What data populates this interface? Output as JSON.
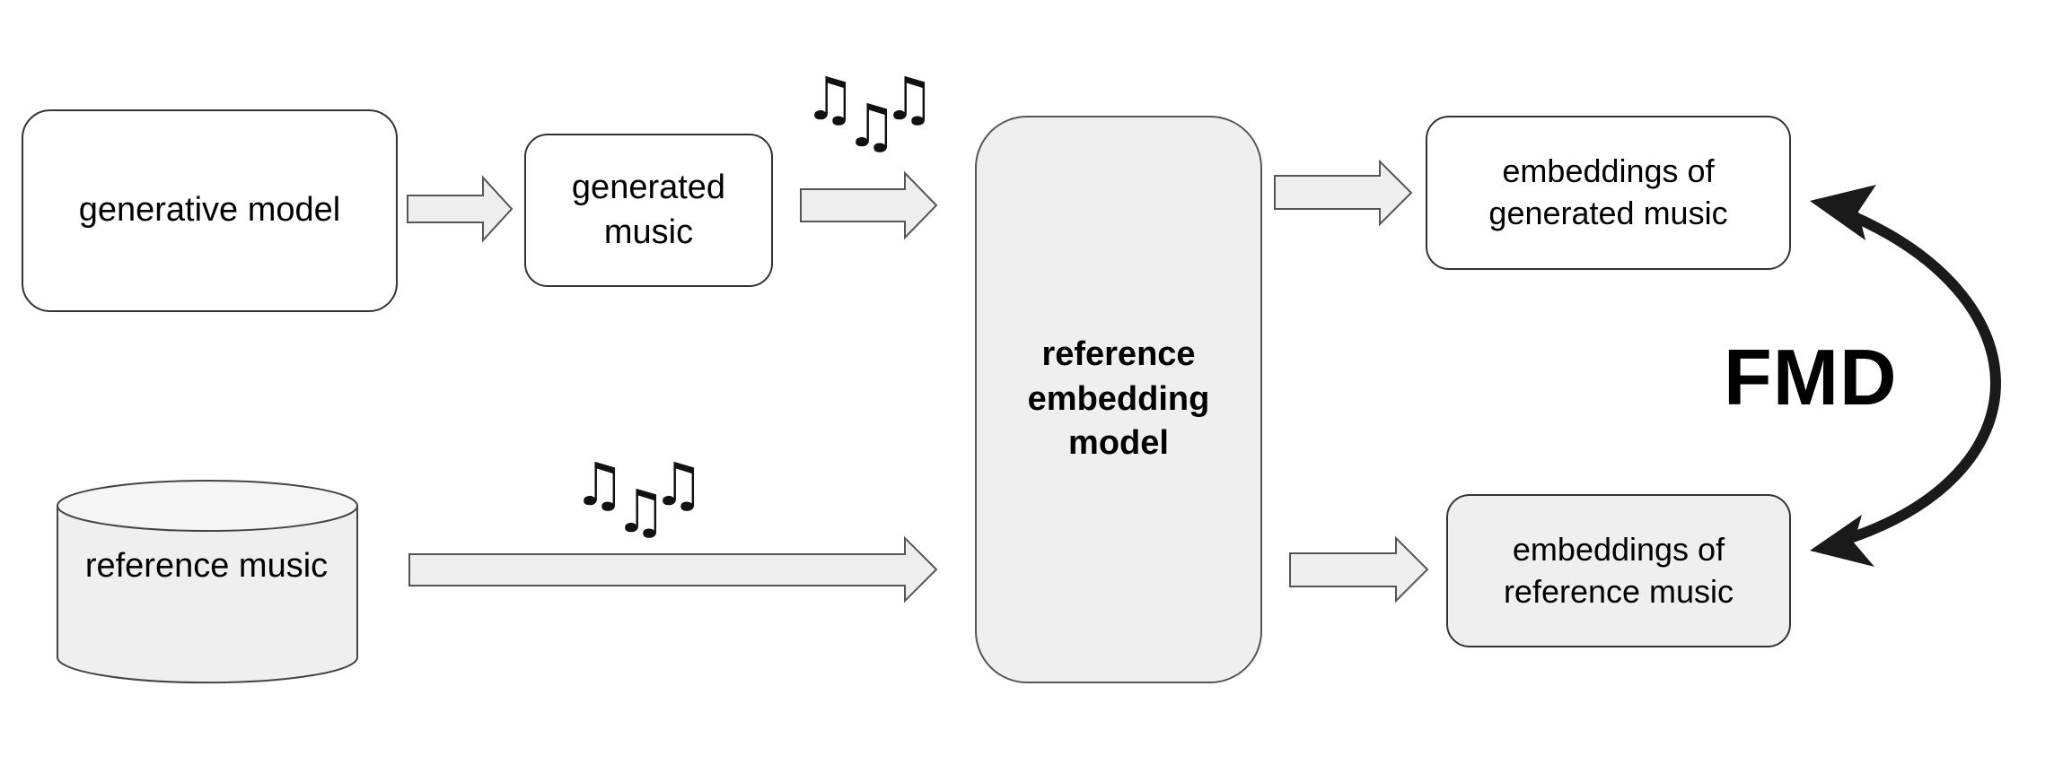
{
  "nodes": {
    "generative_model": "generative model",
    "generated_music": "generated\nmusic",
    "reference_music": "reference music",
    "reference_embedding_model": "reference\nembedding\nmodel",
    "embeddings_generated": "embeddings of\ngenerated music",
    "embeddings_reference": "embeddings of\nreference music"
  },
  "metric": {
    "label": "FMD"
  },
  "icons": {
    "music_notes_top": "♫♫♫",
    "music_notes_bottom": "♫♫♫",
    "note_glyph": "♫"
  },
  "colors": {
    "box_border": "#333333",
    "grey_fill": "#efefef",
    "arrow_fill": "#eeeeee",
    "arc_color": "#1a1a1a"
  }
}
